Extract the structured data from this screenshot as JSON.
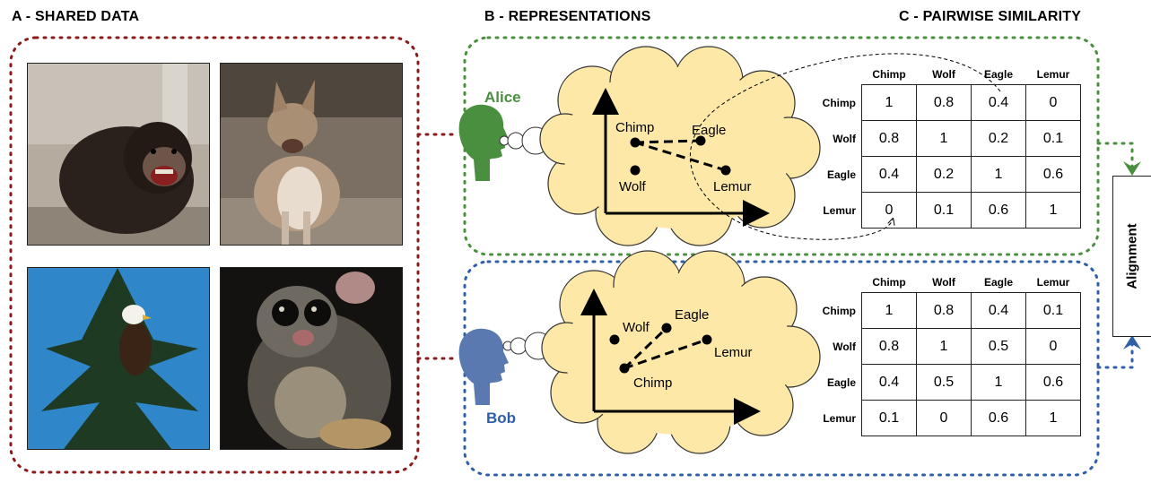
{
  "panels": {
    "a_title": "A - SHARED DATA",
    "b_title": "B - REPRESENTATIONS",
    "c_title": "C - PAIRWISE SIMILARITY"
  },
  "colors": {
    "shared_border": "#8b1a1a",
    "alice": "#4a8f3f",
    "bob": "#2f5fa8",
    "bob_head": "#5a79b0",
    "cloud": "#fde8a8"
  },
  "images": [
    {
      "icon": "chimp-photo"
    },
    {
      "icon": "wolf-photo"
    },
    {
      "icon": "eagle-photo"
    },
    {
      "icon": "lemur-photo"
    }
  ],
  "alice": {
    "name": "Alice",
    "points": [
      "Chimp",
      "Eagle",
      "Wolf",
      "Lemur"
    ],
    "matrix": {
      "cols": [
        "Chimp",
        "Wolf",
        "Eagle",
        "Lemur"
      ],
      "rows": [
        {
          "label": "Chimp",
          "values": [
            "1",
            "0.8",
            "0.4",
            "0"
          ]
        },
        {
          "label": "Wolf",
          "values": [
            "0.8",
            "1",
            "0.2",
            "0.1"
          ]
        },
        {
          "label": "Eagle",
          "values": [
            "0.4",
            "0.2",
            "1",
            "0.6"
          ]
        },
        {
          "label": "Lemur",
          "values": [
            "0",
            "0.1",
            "0.6",
            "1"
          ]
        }
      ]
    }
  },
  "bob": {
    "name": "Bob",
    "points": [
      "Wolf",
      "Eagle",
      "Lemur",
      "Chimp"
    ],
    "matrix": {
      "cols": [
        "Chimp",
        "Wolf",
        "Eagle",
        "Lemur"
      ],
      "rows": [
        {
          "label": "Chimp",
          "values": [
            "1",
            "0.8",
            "0.4",
            "0.1"
          ]
        },
        {
          "label": "Wolf",
          "values": [
            "0.8",
            "1",
            "0.5",
            "0"
          ]
        },
        {
          "label": "Eagle",
          "values": [
            "0.4",
            "0.5",
            "1",
            "0.6"
          ]
        },
        {
          "label": "Lemur",
          "values": [
            "0.1",
            "0",
            "0.6",
            "1"
          ]
        }
      ]
    }
  },
  "alignment_label": "Alignment"
}
